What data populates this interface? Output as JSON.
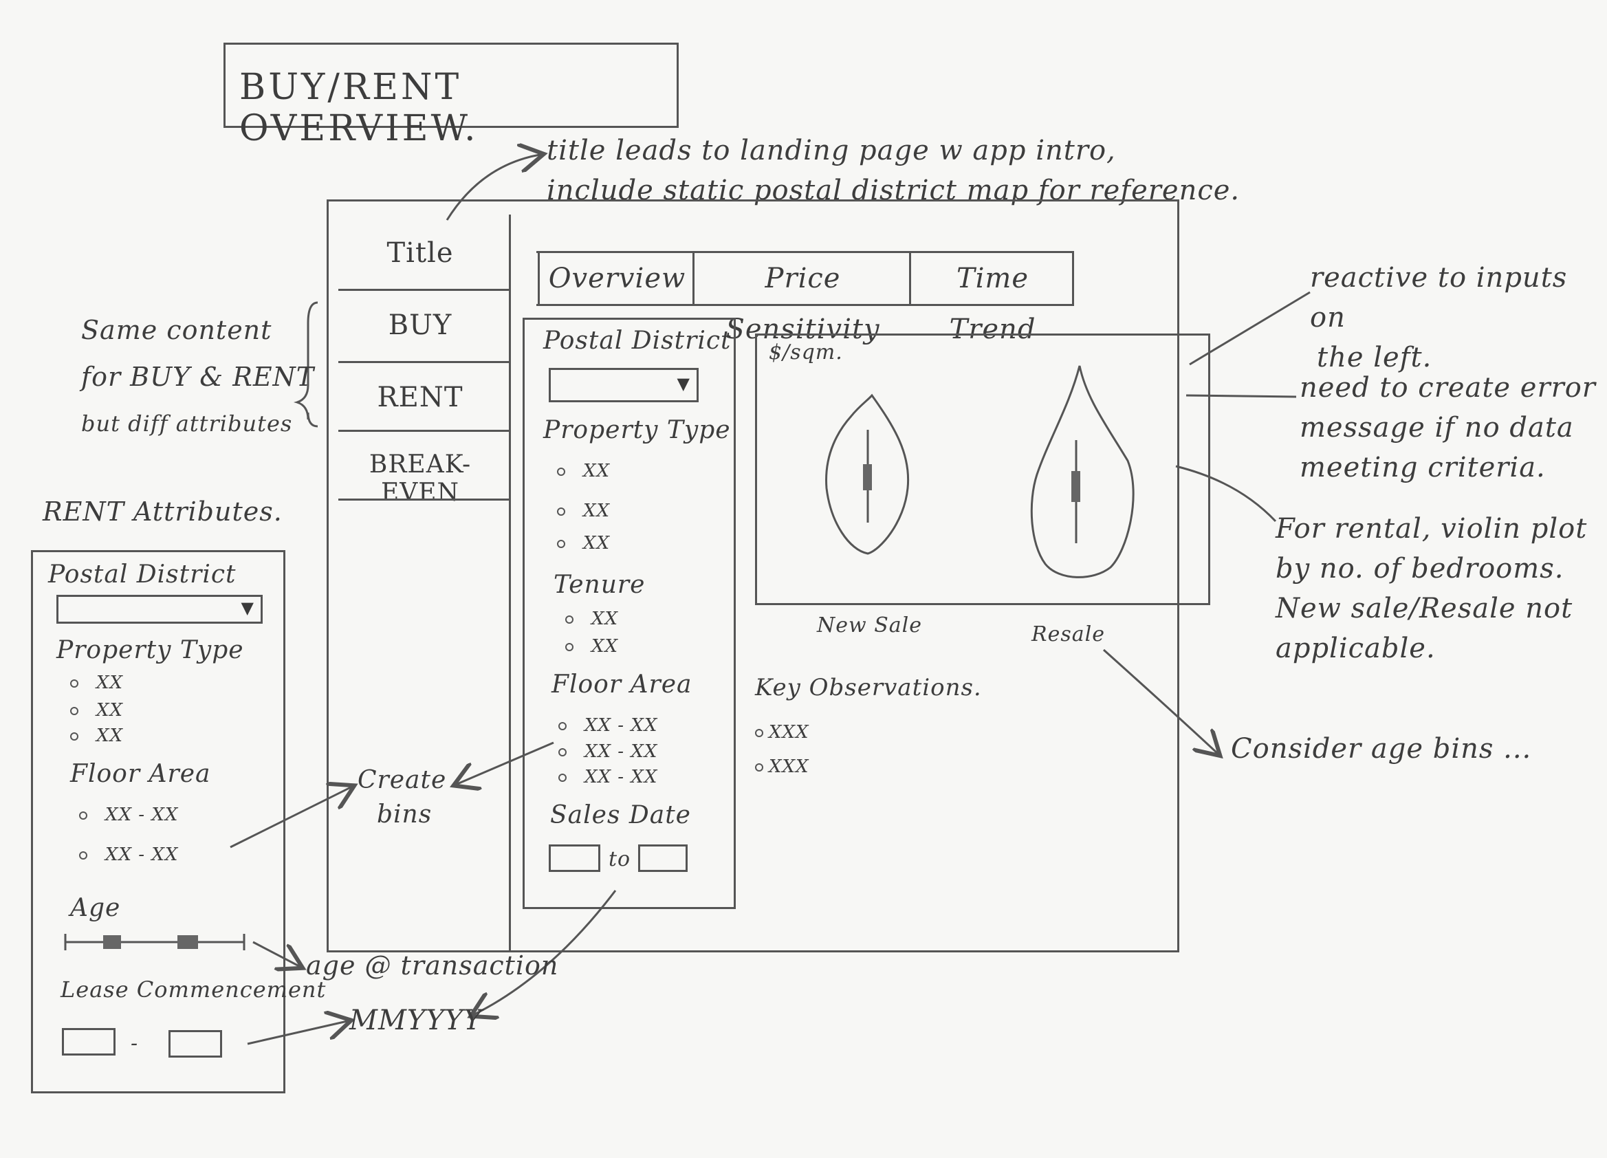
{
  "title": "BUY/RENT OVERVIEW.",
  "annotations": {
    "title_note_line1": "title leads to landing page w app intro,",
    "title_note_line2": "include static postal district map for reference.",
    "same_content_line1": "Same content",
    "same_content_line2": "for BUY & RENT",
    "same_content_line3": "but diff attributes",
    "reactive_line1": "reactive to inputs on",
    "reactive_line2": "the left.",
    "error_line1": "need to create error",
    "error_line2": "message if no data",
    "error_line3": "meeting criteria.",
    "rental_line1": "For rental, violin plot",
    "rental_line2": "by no. of bedrooms.",
    "rental_line3": "New sale/Resale not",
    "rental_line4": "applicable.",
    "age_bins": "Consider age bins ...",
    "create_bins_line1": "Create",
    "create_bins_line2": "bins",
    "age_transaction": "age @ transaction",
    "mmyyyy": "MMYYYY"
  },
  "sidebar": {
    "items": [
      {
        "label": "Title"
      },
      {
        "label": "BUY"
      },
      {
        "label": "RENT"
      },
      {
        "label": "BREAK-EVEN"
      }
    ]
  },
  "tabs": [
    {
      "label": "Overview"
    },
    {
      "label": "Price Sensitivity"
    },
    {
      "label": "Time Trend"
    }
  ],
  "filters": {
    "postal_district": "Postal District",
    "property_type": "Property Type",
    "property_options": [
      "XX",
      "XX",
      "XX"
    ],
    "tenure": "Tenure",
    "tenure_options": [
      "XX",
      "XX"
    ],
    "floor_area": "Floor Area",
    "floor_options": [
      "XX - XX",
      "XX - XX",
      "XX - XX"
    ],
    "sales_date": "Sales Date",
    "to": "to"
  },
  "chart": {
    "ylabel": "$/sqm.",
    "categories": [
      "New Sale",
      "Resale"
    ]
  },
  "observations": {
    "heading": "Key Observations.",
    "items": [
      "XXX",
      "XXX"
    ]
  },
  "rent_panel": {
    "heading": "RENT Attributes.",
    "postal_district": "Postal District",
    "property_type": "Property Type",
    "property_options": [
      "XX",
      "XX",
      "XX"
    ],
    "floor_area": "Floor Area",
    "floor_options": [
      "XX - XX",
      "XX - XX"
    ],
    "age": "Age",
    "lease": "Lease Commencement",
    "dash": "-"
  }
}
